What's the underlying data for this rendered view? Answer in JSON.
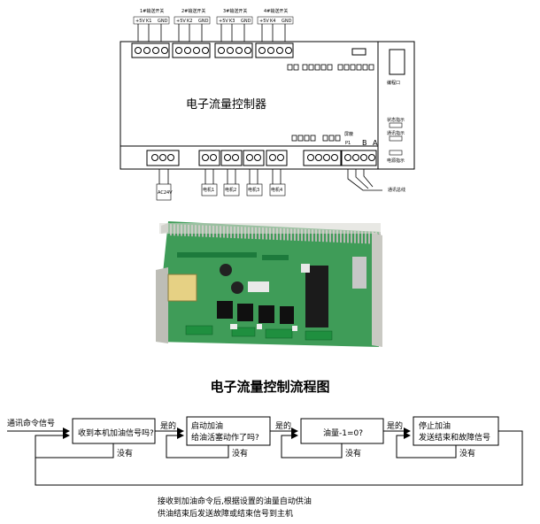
{
  "diagram": {
    "terminal_groups": [
      {
        "title": "1#输送开关",
        "pins": [
          "+5V",
          "K1",
          "GND"
        ]
      },
      {
        "title": "2#输送开关",
        "pins": [
          "+5V",
          "K2",
          "GND"
        ]
      },
      {
        "title": "3#输送开关",
        "pins": [
          "+5V",
          "K3",
          "GND"
        ]
      },
      {
        "title": "4#输送开关",
        "pins": [
          "+5V",
          "K4",
          "GND"
        ]
      }
    ],
    "device_title": "电子流量控制器",
    "port_label": "编程口",
    "side_labels": [
      "状态指示",
      "通讯指示",
      "电源指示"
    ],
    "shield_label": "屏蔽",
    "p1_label": "P1",
    "b_label": "B",
    "a_label": "A",
    "bottom_labels": [
      "AC24V",
      "电机1",
      "电机2",
      "电机3",
      "电机4"
    ],
    "comm_label": "通讯总线",
    "photo_label": "circuit-board-photo",
    "flow_title": "电子流量控制流程图",
    "flow": {
      "input_label": "通讯命令信号",
      "boxes": [
        {
          "lines": [
            "收到本机加油信号吗?"
          ]
        },
        {
          "lines": [
            "启动加油",
            "给油活塞动作了吗?"
          ]
        },
        {
          "lines": [
            "油量-1=0?"
          ]
        },
        {
          "lines": [
            "停止加油",
            "发送结束和故障信号"
          ]
        }
      ],
      "yes": "是的",
      "no": "没有"
    },
    "notes": [
      "接收到加油命令后,根据设置的油量自动供油",
      "供油结束后发送故障或结束信号到主机"
    ]
  }
}
